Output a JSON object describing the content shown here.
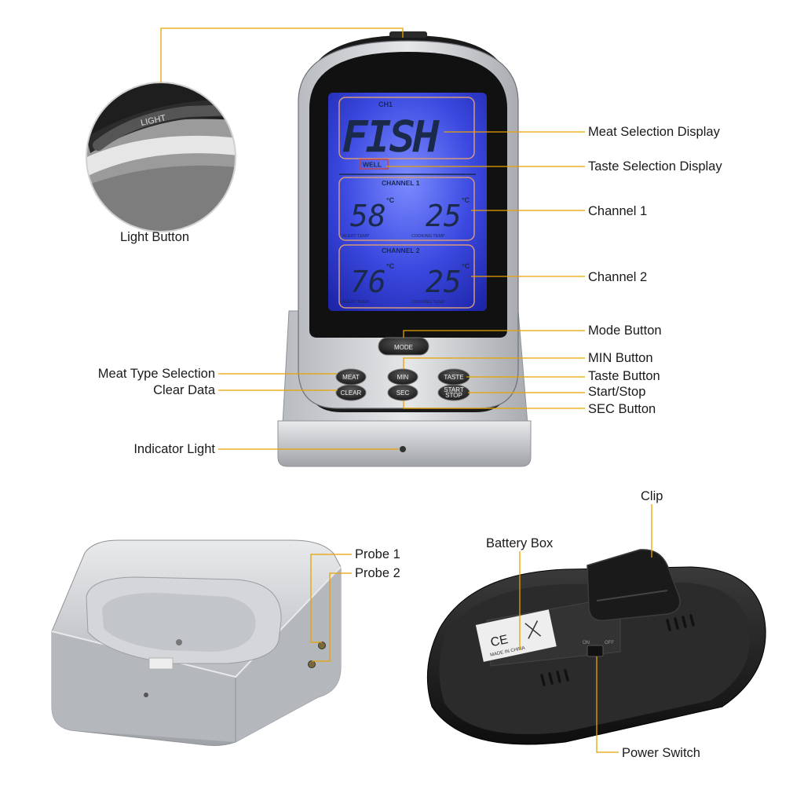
{
  "callouts": {
    "light_button": "Light Button",
    "meat_selection_display": "Meat Selection Display",
    "taste_selection_display": "Taste Selection Display",
    "channel_1": "Channel 1",
    "channel_2": "Channel 2",
    "mode_button": "Mode Button",
    "min_button": "MIN Button",
    "taste_button": "Taste Button",
    "start_stop": "Start/Stop",
    "sec_button": "SEC Button",
    "meat_type_selection": "Meat Type Selection",
    "clear_data": "Clear Data",
    "indicator_light": "Indicator Light",
    "probe_1": "Probe 1",
    "probe_2": "Probe 2",
    "clip": "Clip",
    "battery_box": "Battery Box",
    "power_switch": "Power Switch"
  },
  "display": {
    "ch_label": "CH1",
    "meat_text": "FISH",
    "taste_text": "WELL",
    "channel1": {
      "title": "CHANNEL 1",
      "alert": "58",
      "cooking": "25",
      "unit": "°C",
      "alert_label": "ALERT TEMP",
      "cooking_label": "COOKING TEMP"
    },
    "channel2": {
      "title": "CHANNEL 2",
      "alert": "76",
      "cooking": "25",
      "unit": "°C",
      "alert_label": "ALERT TEMP",
      "cooking_label": "COOKING TEMP"
    }
  },
  "buttons": {
    "mode": "MODE",
    "meat": "MEAT",
    "min": "MIN",
    "taste": "TASTE",
    "clear": "CLEAR",
    "sec": "SEC",
    "start": "START",
    "stop": "STOP"
  },
  "device_marks": {
    "light_key": "LIGHT",
    "ce": "CE",
    "made_in": "MADE IN CHINA",
    "switch_on": "ON",
    "switch_off": "OFF"
  },
  "colors": {
    "leader_line": "#e8a200",
    "lcd_blue": "#3b49e0",
    "device_black": "#1c1c1c",
    "device_silver": "#c9cbcf"
  }
}
